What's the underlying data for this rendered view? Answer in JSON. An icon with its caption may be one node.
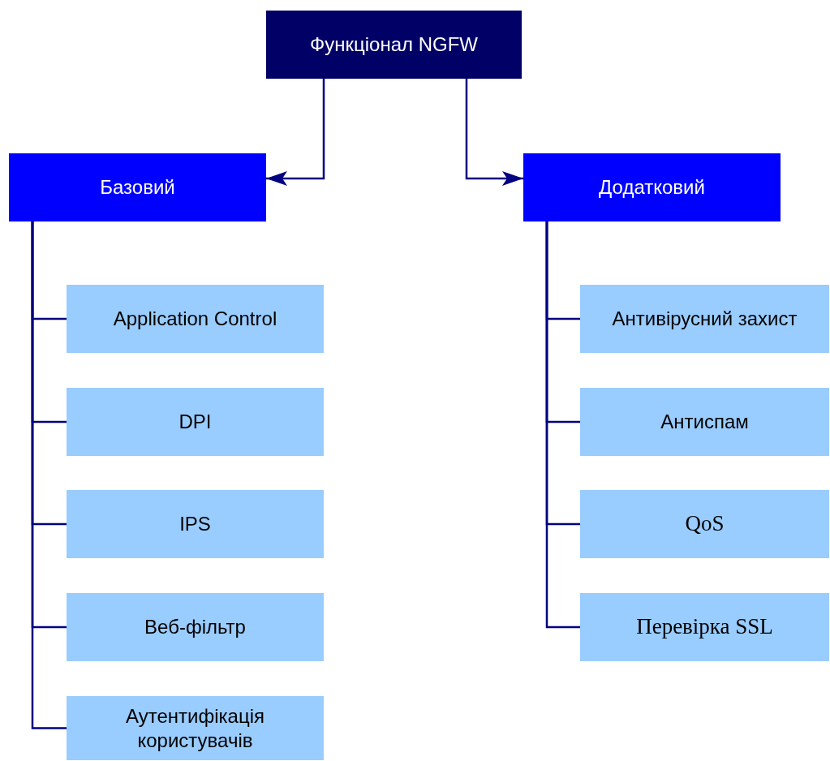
{
  "diagram": {
    "nodes": [
      {
        "text": [
          "Функціонал NGFW"
        ]
      },
      {
        "text": [
          "Базовий"
        ]
      },
      {
        "text": [
          "Додатковий"
        ]
      },
      {
        "text": [
          "Application Control"
        ]
      },
      {
        "text": [
          "DPI"
        ]
      },
      {
        "text": [
          "IPS"
        ]
      },
      {
        "text": [
          "Веб-фільтр"
        ]
      },
      {
        "text": [
          "Аутентифікація користувачів"
        ]
      },
      {
        "text": [
          "Антивірусний захист"
        ]
      },
      {
        "text": [
          "Антиспам"
        ]
      },
      {
        "text": [
          "QoS"
        ]
      },
      {
        "text": [
          "Перевірка SSL"
        ]
      }
    ],
    "edges": [
      {
        "from": 0,
        "to": 1,
        "arrow": "to"
      },
      {
        "from": 0,
        "to": 2,
        "arrow": "to"
      },
      {
        "from": 1,
        "to": 3,
        "arrow": "none"
      },
      {
        "from": 1,
        "to": 4,
        "arrow": "none"
      },
      {
        "from": 1,
        "to": 5,
        "arrow": "none"
      },
      {
        "from": 1,
        "to": 6,
        "arrow": "none"
      },
      {
        "from": 1,
        "to": 7,
        "arrow": "none"
      },
      {
        "from": 2,
        "to": 8,
        "arrow": "none"
      },
      {
        "from": 2,
        "to": 9,
        "arrow": "none"
      },
      {
        "from": 2,
        "to": 10,
        "arrow": "none"
      },
      {
        "from": 2,
        "to": 11,
        "arrow": "none"
      }
    ]
  }
}
